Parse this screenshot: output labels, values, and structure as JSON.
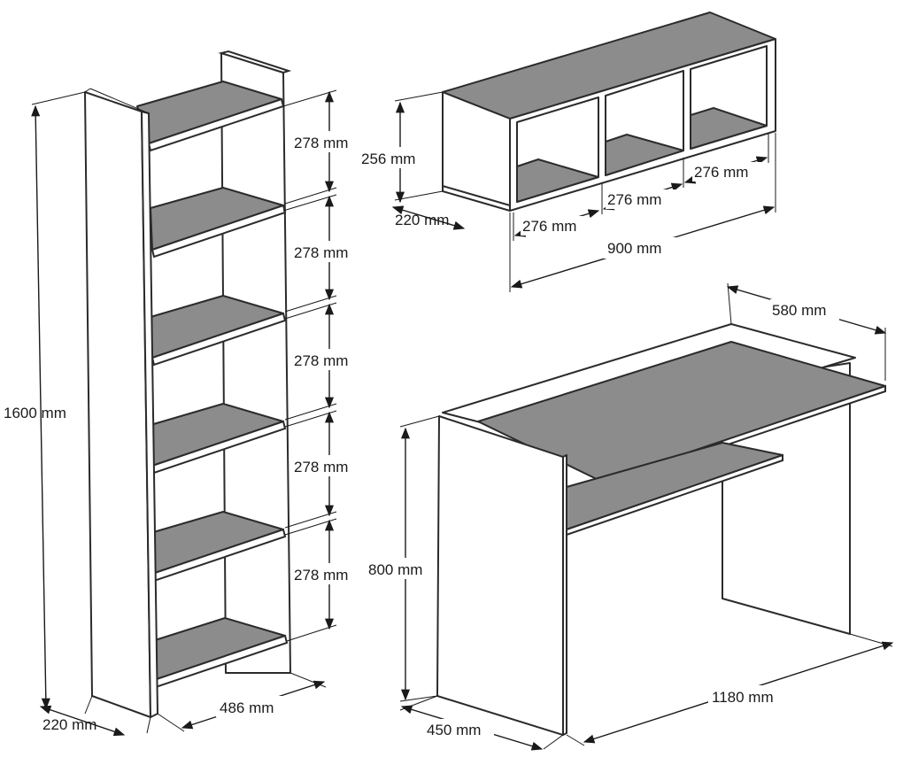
{
  "bookcase": {
    "height": "1600 mm",
    "depth": "220 mm",
    "width": "486 mm",
    "compartment_heights": [
      "278 mm",
      "278 mm",
      "278 mm",
      "278 mm",
      "278 mm"
    ]
  },
  "wall_shelf": {
    "height": "256 mm",
    "depth": "220 mm",
    "compartment_widths": [
      "276 mm",
      "276 mm",
      "276 mm"
    ],
    "total_width": "900 mm"
  },
  "desk": {
    "height": "800 mm",
    "depth": "450 mm",
    "width": "1180 mm",
    "top_depth": "580 mm"
  }
}
